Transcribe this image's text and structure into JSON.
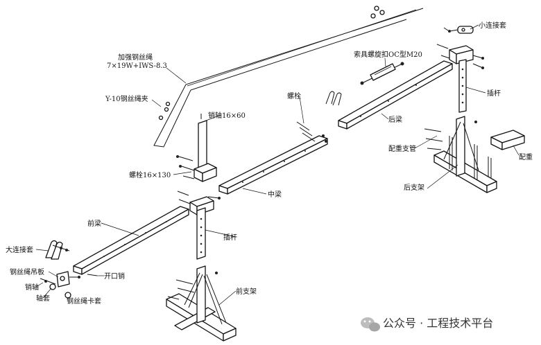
{
  "labels": {
    "small_sleeve": "小连接套",
    "rope": "加强钢丝绳",
    "rope_spec": "7×19W+IWS-8.3",
    "turnbuckle": "索具螺旋扣OC型M20",
    "rope_clamp": "Y-10钢丝绳夹",
    "bolt": "螺栓",
    "pin_shaft": "销轴16×60",
    "insert_rod_back": "插杆",
    "rear_beam": "后梁",
    "counterweight_tube": "配重支管",
    "counterweight": "配重",
    "bolt_16x130": "螺栓16×130",
    "rear_frame": "后支架",
    "middle_beam": "中梁",
    "front_beam": "前梁",
    "insert_rod_front": "插杆",
    "big_sleeve": "大连接套",
    "rope_hanger": "钢丝绳吊板",
    "cotter_pin": "开口销",
    "pin": "销轴",
    "bushing": "轴套",
    "rope_clip": "钢丝绳卡套",
    "front_frame": "前支架"
  },
  "watermark": {
    "icon": "wechat-icon",
    "text": "公众号 · 工程技术平台"
  }
}
